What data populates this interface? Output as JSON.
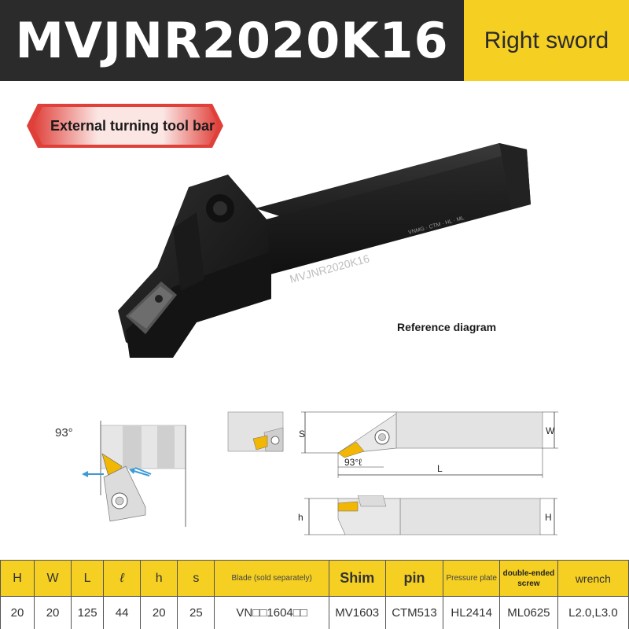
{
  "header": {
    "title": "MVJNR2020K16",
    "subtitle": "Right sword"
  },
  "tag_label": "External turning tool bar",
  "product_image": {
    "engraved_model": "MVJNR2020K16",
    "caption": "Reference diagram"
  },
  "diagram_labels": {
    "angle_left": "93°",
    "angle_right": "93°ℓ",
    "dim_s": "S",
    "dim_w": "W",
    "dim_l": "L",
    "dim_h_small": "h",
    "dim_h_large": "H"
  },
  "table": {
    "headers": [
      "H",
      "W",
      "L",
      "ℓ",
      "h",
      "s",
      "Blade (sold separately)",
      "Shim",
      "pin",
      "Pressure plate",
      "double-ended screw",
      "wrench"
    ],
    "values": [
      "20",
      "20",
      "125",
      "44",
      "20",
      "25",
      "VN□□1604□□",
      "MV1603",
      "CTM513",
      "HL2414",
      "ML0625",
      "L2.0,L3.0"
    ]
  },
  "colors": {
    "header_dark": "#2b2b2b",
    "accent_yellow": "#f5cf22",
    "tag_red": "#e0403a",
    "arrow_blue": "#3b9bd6",
    "insert_gold": "#f2b705"
  }
}
